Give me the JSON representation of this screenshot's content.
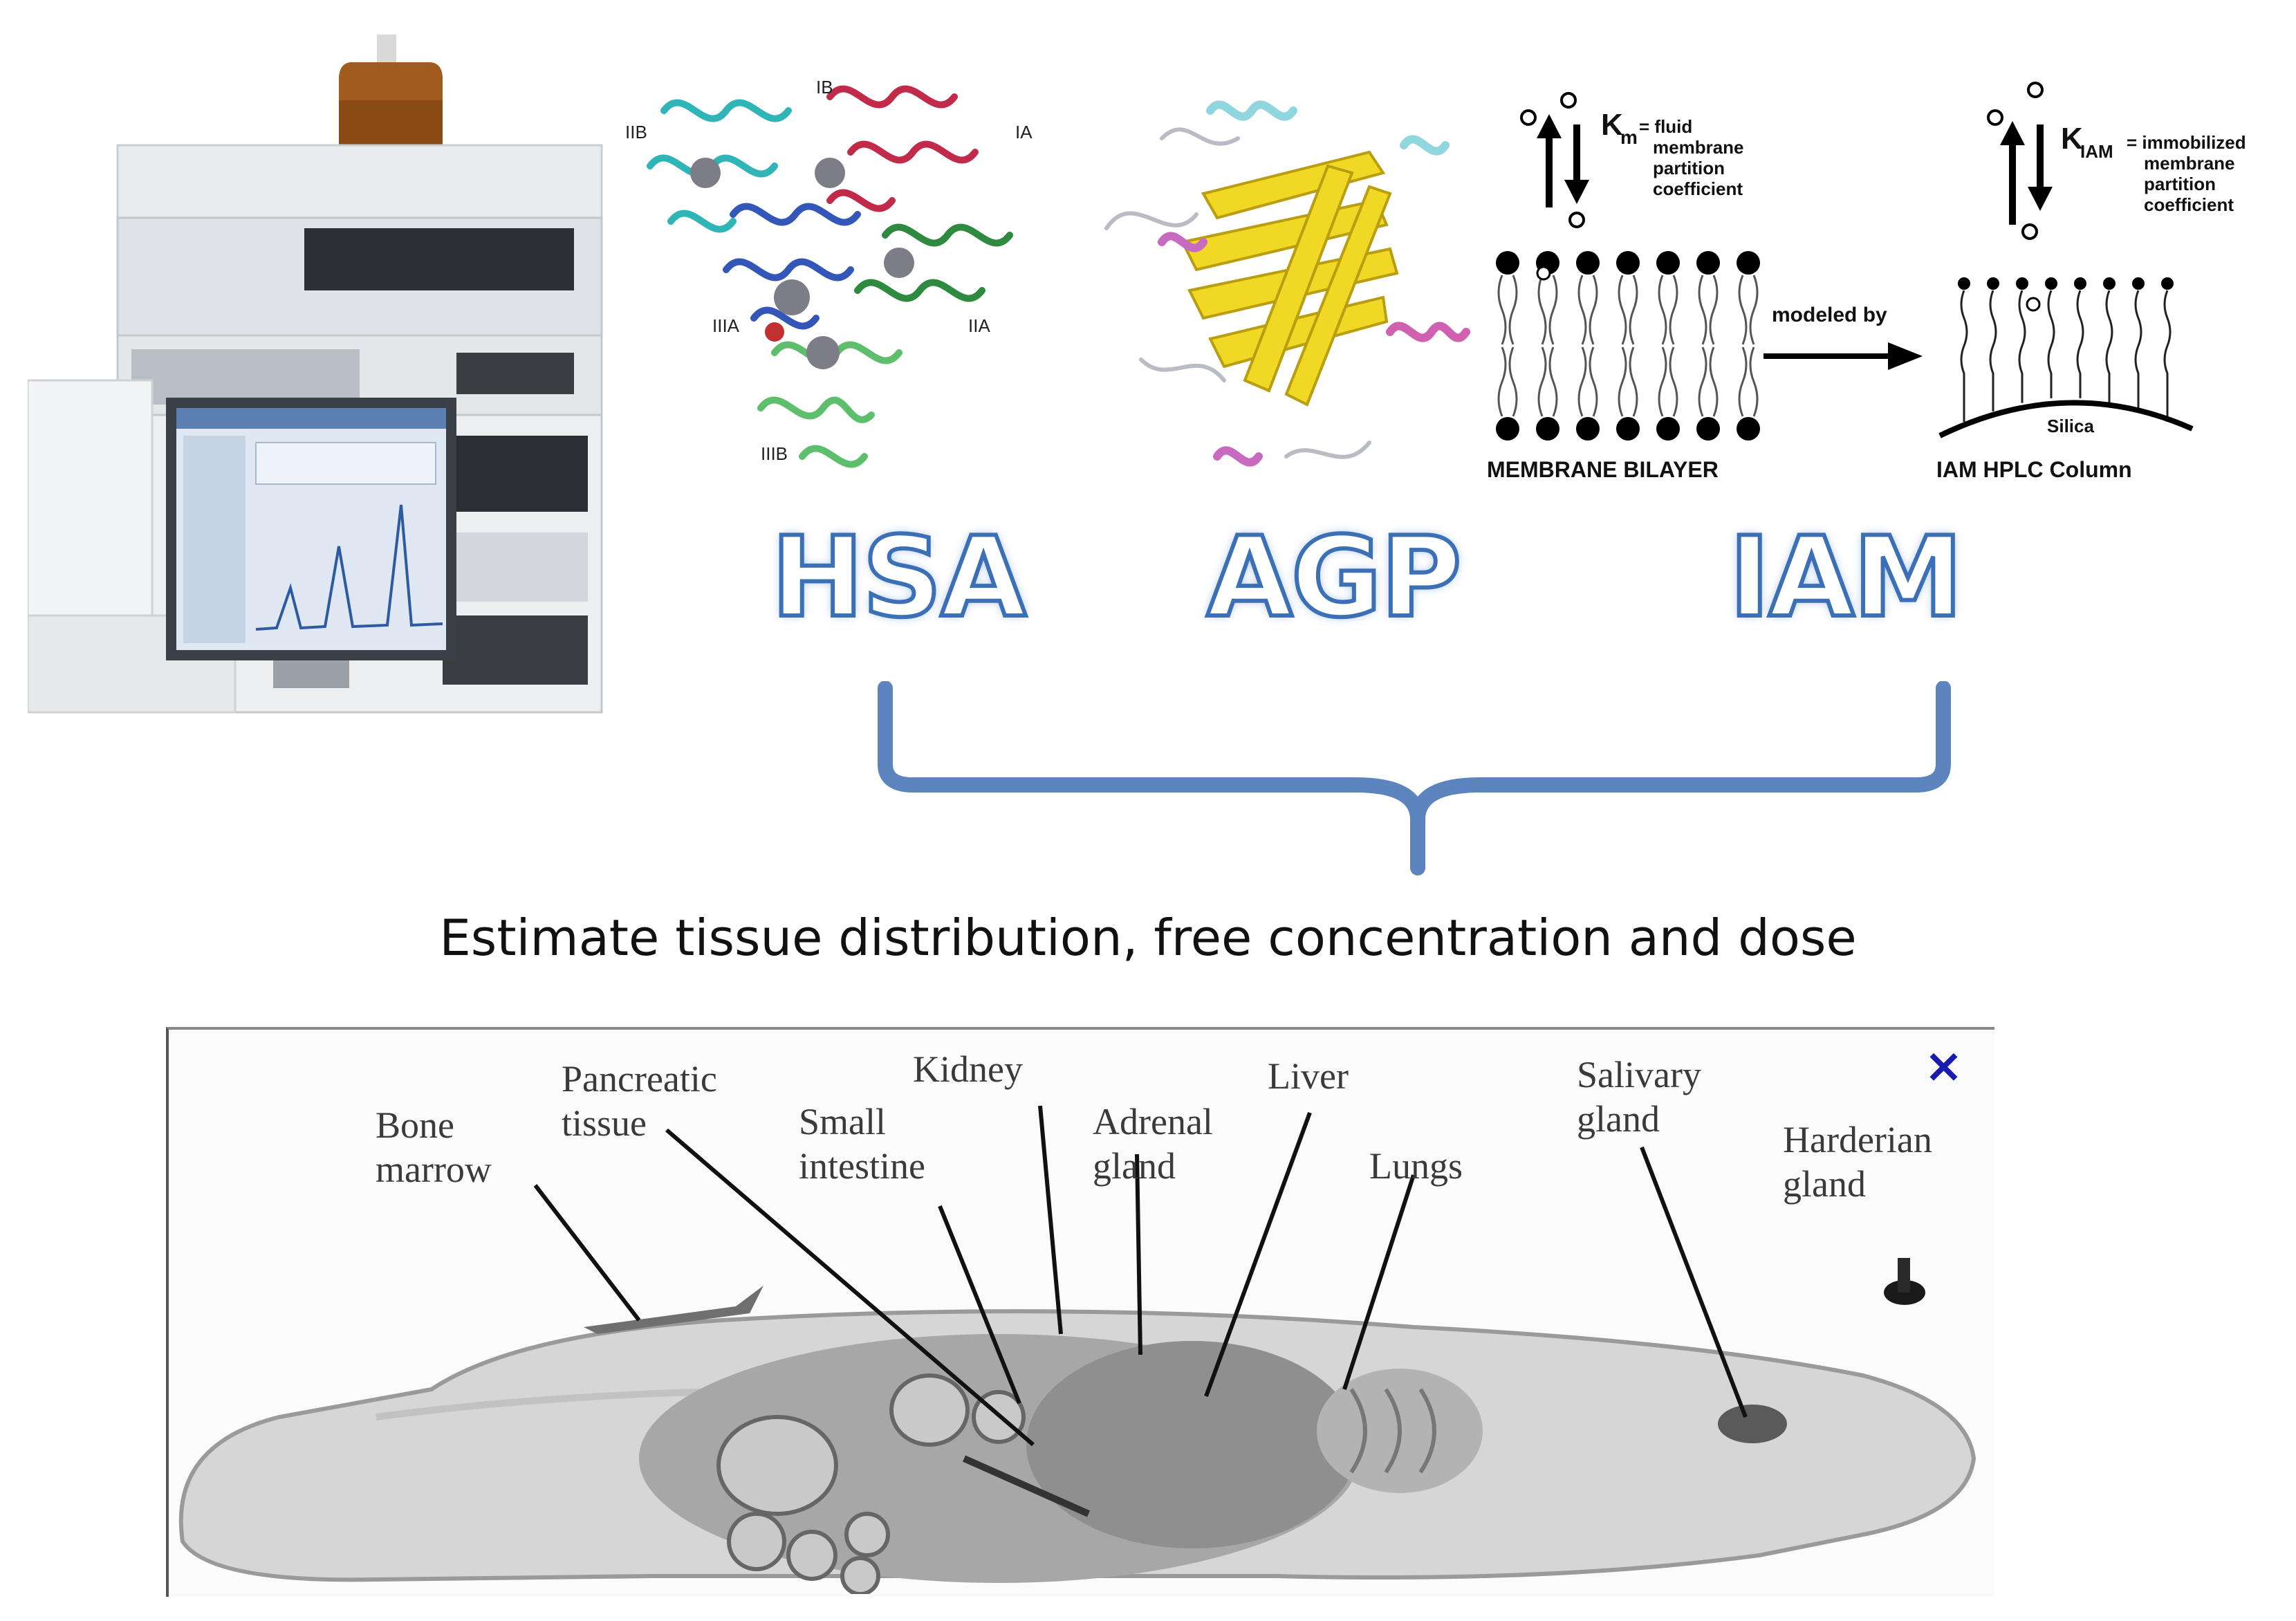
{
  "labels": {
    "hsa": "HSA",
    "agp": "AGP",
    "iam": "IAM"
  },
  "headline": "Estimate tissue distribution, free concentration and dose",
  "membrane": {
    "km_symbol": "K",
    "km_sub": "m",
    "km_desc": [
      "= fluid",
      "membrane",
      "partition",
      "coefficient"
    ],
    "kiam_symbol": "K",
    "kiam_sub": "IAM",
    "kiam_desc": [
      "= immobilized",
      "membrane",
      "partition",
      "coefficient"
    ],
    "arrow_label": "modeled by",
    "bilayer_label": "MEMBRANE BILAYER",
    "silica_label": "Silica",
    "column_label": "IAM HPLC Column"
  },
  "hsa_domains": [
    "IB",
    "IA",
    "IIA",
    "IIIA",
    "IIIB",
    "IIB"
  ],
  "organs": {
    "bone_marrow": [
      "Bone",
      "marrow"
    ],
    "pancreatic": [
      "Pancreatic",
      "tissue"
    ],
    "small_intestine": [
      "Small",
      "intestine"
    ],
    "kidney": [
      "Kidney"
    ],
    "adrenal": [
      "Adrenal",
      "gland"
    ],
    "liver": [
      "Liver"
    ],
    "lungs": [
      "Lungs"
    ],
    "salivary": [
      "Salivary",
      "gland"
    ],
    "harderian": [
      "Harderian",
      "gland"
    ]
  },
  "close_mark": "×",
  "colors": {
    "label_outline": "#3b6fb6",
    "brace": "#4a78b8",
    "close": "#1a1ab0"
  }
}
